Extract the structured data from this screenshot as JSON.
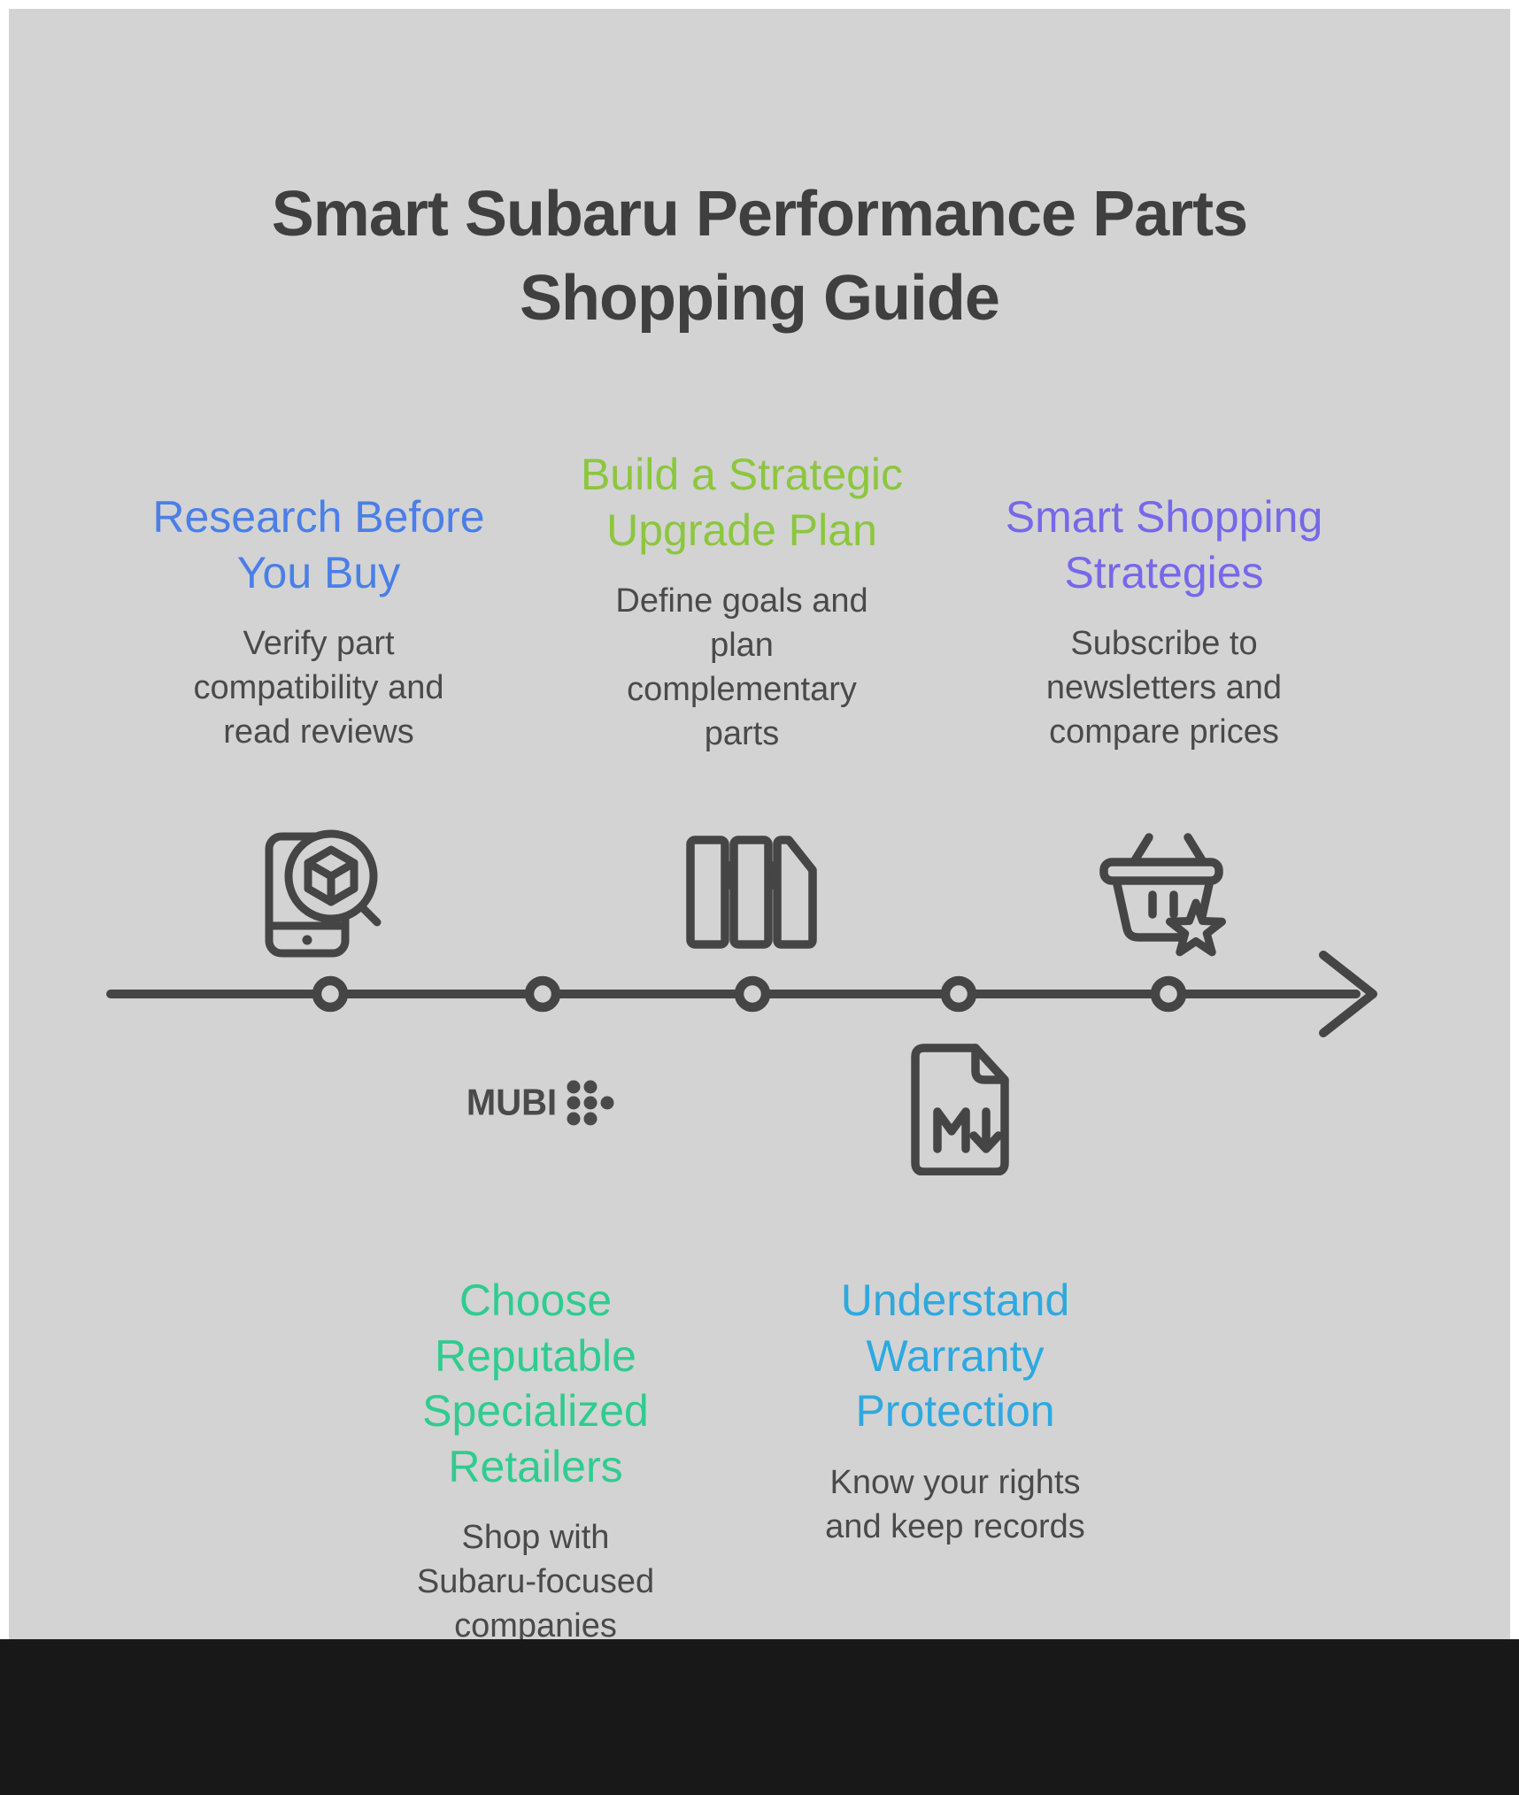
{
  "title": "Smart Subaru Performance Parts Shopping Guide",
  "steps": [
    {
      "heading": "Research Before You Buy",
      "body": "Verify part compatibility and read reviews",
      "color": "#4a7fe8",
      "icon": "phone-search-icon",
      "placement": "above-timeline"
    },
    {
      "heading": "Choose Reputable Specialized Retailers",
      "body": "Shop with Subaru-focused companies",
      "color": "#2fcc8f",
      "icon": "mubi-logo",
      "placement": "below-timeline"
    },
    {
      "heading": "Build a Strategic Upgrade Plan",
      "body": "Define goals and plan complementary parts",
      "color": "#8cc63e",
      "icon": "books-icon",
      "placement": "above-timeline"
    },
    {
      "heading": "Understand Warranty Protection",
      "body": "Know your rights and keep records",
      "color": "#2da9e0",
      "icon": "markdown-file-icon",
      "placement": "below-timeline"
    },
    {
      "heading": "Smart Shopping Strategies",
      "body": "Subscribe to newsletters and compare prices",
      "color": "#7668ea",
      "icon": "basket-star-icon",
      "placement": "above-timeline"
    }
  ],
  "logo": {
    "mubi_text": "MUBI"
  },
  "icons": [
    "phone-search-icon",
    "mubi-logo-dots-icon",
    "books-icon",
    "markdown-file-icon",
    "basket-star-icon",
    "timeline-arrow-icon"
  ],
  "colors": {
    "background": "#d3d3d3",
    "title_text": "#3f3f3f",
    "body_text": "#4a4a4a",
    "timeline": "#454545",
    "icon_stroke": "#454545",
    "footer": "#181818"
  }
}
